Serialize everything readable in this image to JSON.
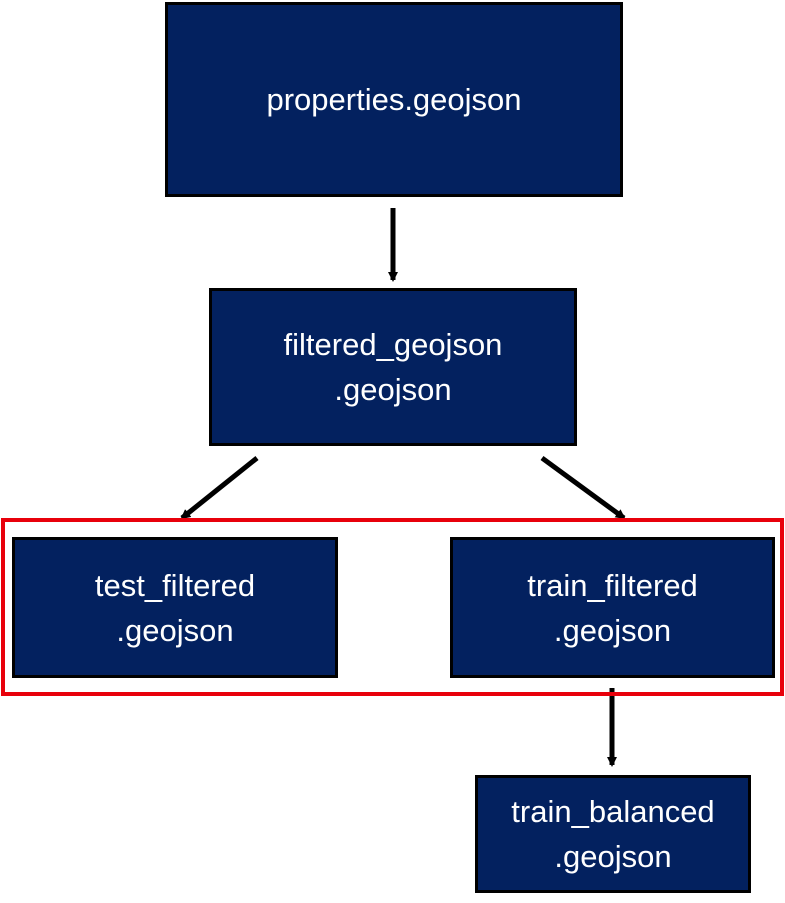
{
  "diagram": {
    "nodes": [
      {
        "id": "properties",
        "lines": [
          "properties.geojson"
        ]
      },
      {
        "id": "filtered",
        "lines": [
          "filtered_geojson",
          ".geojson"
        ]
      },
      {
        "id": "test",
        "lines": [
          "test_filtered",
          ".geojson"
        ]
      },
      {
        "id": "train",
        "lines": [
          "train_filtered",
          ".geojson"
        ]
      },
      {
        "id": "balanced",
        "lines": [
          "train_balanced",
          ".geojson"
        ]
      }
    ],
    "edges": [
      {
        "from": "properties",
        "to": "filtered"
      },
      {
        "from": "filtered",
        "to": "test"
      },
      {
        "from": "filtered",
        "to": "train"
      },
      {
        "from": "train",
        "to": "balanced"
      }
    ],
    "highlight": {
      "nodes": [
        "test",
        "train"
      ],
      "color": "#e8000b"
    },
    "colors": {
      "node_fill": "#03215f",
      "node_border": "#000000",
      "node_text": "#ffffff",
      "arrow": "#000000"
    }
  }
}
